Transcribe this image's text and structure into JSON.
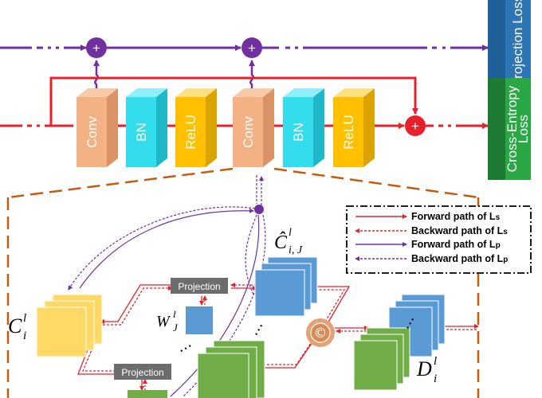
{
  "blocks": {
    "conv1": "Conv",
    "bn1": "BN",
    "relu1": "ReLU",
    "conv2": "Conv",
    "bn2": "BN",
    "relu2": "ReLU"
  },
  "losses": {
    "projection": "Projection Loss",
    "cross_entropy_line1": "Cross-Entropy",
    "cross_entropy_line2": "Loss"
  },
  "plus_symbol": "+",
  "concat_symbol": "©",
  "ellipsis": "⋯",
  "legend": [
    {
      "text": "Forward path of L",
      "sub": "s",
      "color": "#e8202a",
      "dashed": false
    },
    {
      "text": "Backward path of L",
      "sub": "s",
      "color": "#e8202a",
      "dashed": true
    },
    {
      "text": "Forward path of L",
      "sub": "p",
      "color": "#7030a0",
      "dashed": false
    },
    {
      "text": "Backward path of L",
      "sub": "p",
      "color": "#7030a0",
      "dashed": true
    }
  ],
  "projection_label": "Projection",
  "math": {
    "C": {
      "base": "C",
      "sup": "l",
      "sub": "i"
    },
    "W": {
      "base": "W",
      "sup": "l",
      "sub": "J"
    },
    "Chat": {
      "base": "Ĉ",
      "sup": "l",
      "sub": "i, J"
    },
    "D": {
      "base": "D",
      "sup": "l",
      "sub": "i"
    }
  },
  "colors": {
    "red": "#e8202a",
    "purple": "#7030a0",
    "conv": "#f4b183",
    "bn": "#33ddee",
    "relu": "#ffc000",
    "proj_loss": "#2e75b6",
    "ce_loss": "#2aa845",
    "yellow_map": "#ffd966",
    "blue_map": "#5b9bd5",
    "green_map": "#70ad47",
    "gray_box": "#6d6d6d",
    "brown_dash": "#c55a11"
  }
}
